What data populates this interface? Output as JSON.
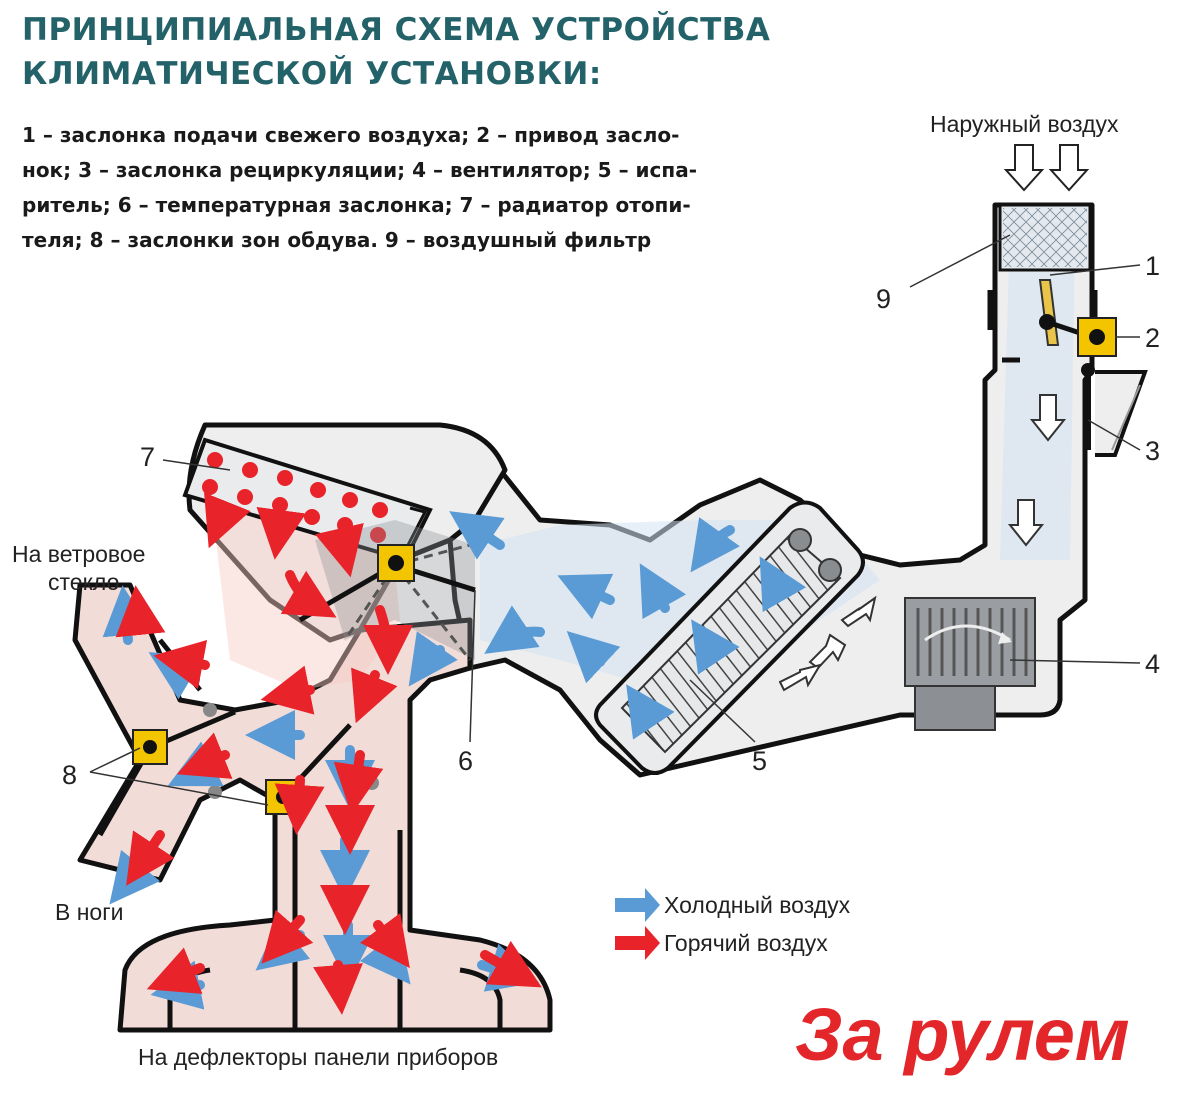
{
  "title": {
    "line1": "ПРИНЦИПИАЛЬНАЯ СХЕМА УСТРОЙСТВА",
    "line2": "КЛИМАТИЧЕСКОЙ УСТАНОВКИ:"
  },
  "description": {
    "line1": "1 – заслонка подачи свежего воздуха; 2 – привод засло-",
    "line2": "нок; 3 – заслонка рециркуляции; 4 – вентилятор; 5 – испа-",
    "line3": "ритель; 6 – температурная заслонка; 7 – радиатор отопи-",
    "line4": "теля; 8 – заслонки зон обдува. 9 – воздушный фильтр"
  },
  "labels": {
    "outside_air": "Наружный воздух",
    "windshield_line1": "На ветровое",
    "windshield_line2": "стекло",
    "feet": "В ноги",
    "deflectors": "На дефлекторы панели приборов"
  },
  "numbers": {
    "n1": "1",
    "n2": "2",
    "n3": "3",
    "n4": "4",
    "n5": "5",
    "n6": "6",
    "n7": "7",
    "n8": "8",
    "n9": "9"
  },
  "legend": {
    "cold": "Холодный воздух",
    "hot": "Горячий воздух"
  },
  "brand": "За рулем",
  "colors": {
    "title": "#24626a",
    "cold_air": "#5b9bd5",
    "hot_air": "#e8232a",
    "actuator": "#f2c500",
    "brand": "#e3262a",
    "housing": "#eeeeee"
  }
}
